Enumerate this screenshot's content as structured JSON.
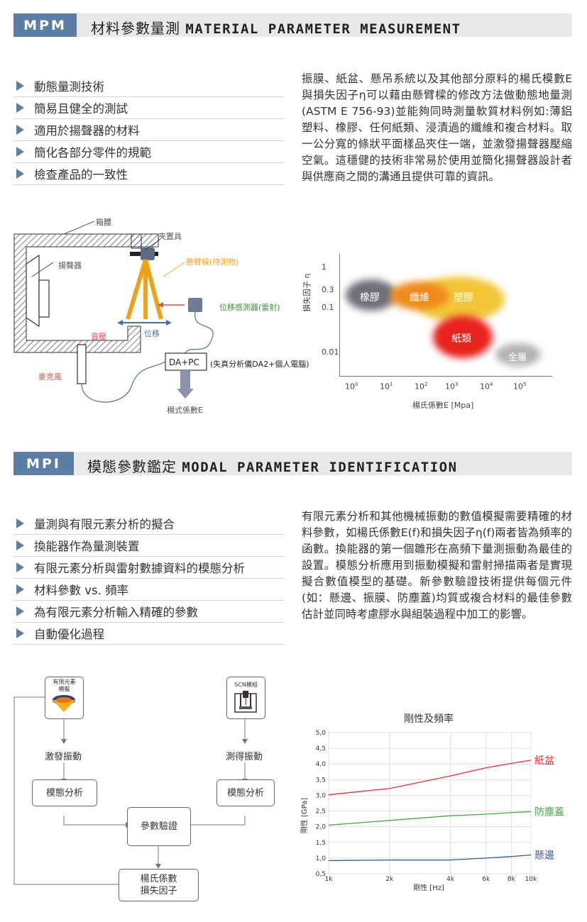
{
  "mpm": {
    "tag": "MPM",
    "title_cn": "材料參數量測",
    "title_en": "MATERIAL PARAMETER MEASUREMENT",
    "bullets": [
      "動態量測技術",
      "簡易且健全的測試",
      "適用於揚聲器的材料",
      "簡化各部分零件的規範",
      "檢查產品的一致性"
    ],
    "paragraph": "振膜、紙盆、懸吊系統以及其他部分原料的楊氏模數E與損失因子η可以藉由懸臂樑的修改方法做動態地量測(ASTM E 756-93)並能夠同時測量軟質材料例如:薄鋁塑料、橡膠、任何紙類、浸漬過的纖維和複合材料。取一公分寬的條狀平面樣品夾住一端，並激發揚聲器壓縮空氣。這穩健的技術非常易於使用並簡化揚聲器設計者與供應商之間的溝通且提供可靠的資訊。",
    "diagram": {
      "enclosure": "箱體",
      "clamp": "夾置具",
      "speaker": "揚聲器",
      "sample": "懸臂樑(待測物)",
      "sensor": "位移感測器(雷射)",
      "sound_pressure": "音壓",
      "displacement": "位移",
      "microphone": "麥克風",
      "dapc": "DA+PC",
      "analyzer": "(失真分析儀DA2+個人電腦)",
      "youngs": "楊式係數E"
    },
    "bubble_chart": {
      "ylabel": "損失因子 η",
      "xlabel": "楊氏係數E [Mpa]",
      "yticks": [
        "1",
        "0.3",
        "0.1",
        "0.01"
      ],
      "xticks": [
        "10",
        "10",
        "10",
        "10",
        "10",
        "10"
      ],
      "xtick_exps": [
        "0",
        "1",
        "2",
        "3",
        "4",
        "5"
      ],
      "bubbles": [
        {
          "label": "橡膠",
          "color": "#6f6f78"
        },
        {
          "label": "纖維",
          "color": "#f08a1c"
        },
        {
          "label": "塑膠",
          "color": "#f0c020"
        },
        {
          "label": "紙類",
          "color": "#e8241c"
        },
        {
          "label": "金屬",
          "color": "#b3b3b3"
        }
      ]
    }
  },
  "mpi": {
    "tag": "MPI",
    "title_cn": "模態參數鑑定",
    "title_en": "MODAL PARAMETER IDENTIFICATION",
    "bullets": [
      "量測與有限元素分析的擬合",
      "換能器作為量測裝置",
      "有限元素分析與雷射數據資料的模態分析",
      "材料參數 vs. 頻率",
      "為有限元素分析輸入精確的參數",
      "自動優化過程"
    ],
    "paragraph": "有限元素分析和其他機械振動的數值模擬需要精確的材料參數，如楊氏係數E(f)和損失因子η(f)兩者皆為頻率的函數。換能器的第一個雛形在高頻下量測振動為最佳的設置。模態分析應用到振動模擬和雷射掃描兩者是實現擬合數值模型的基礎。新參數驗證技術提供每個元件(如：懸邊、振膜、防塵蓋)均質或複合材料的最佳參數估計並同時考慮膠水與組裝過程中加工的影響。",
    "flow": {
      "fea_model": "有限元素\n模擬",
      "scn_model": "SCN模組",
      "excite": "激發振動",
      "measure": "測得振動",
      "modal_left": "模態分析",
      "modal_right": "模態分析",
      "verify": "參數驗證",
      "result_1": "楊氏係數",
      "result_2": "損失因子"
    }
  },
  "chart_data": {
    "type": "line",
    "title": "剛性及頻率",
    "xlabel": "剛性 [Hz]",
    "ylabel": "剛性 [GPa]",
    "x_scale": "log",
    "x_ticks": [
      "1k",
      "2k",
      "4k",
      "6k",
      "8k",
      "10k"
    ],
    "x": [
      1000,
      2000,
      4000,
      6000,
      8000,
      10000
    ],
    "ylim": [
      0.5,
      5.0
    ],
    "y_ticks": [
      "0,5",
      "1,0",
      "1,5",
      "2,0",
      "2,5",
      "3,0",
      "3,5",
      "4,0",
      "4,5",
      "5,0"
    ],
    "grid": true,
    "series": [
      {
        "name": "紙盆",
        "color": "#e8322c",
        "values": [
          3.02,
          3.22,
          3.62,
          3.88,
          4.02,
          4.12
        ]
      },
      {
        "name": "防塵蓋",
        "color": "#4aa64a",
        "values": [
          2.05,
          2.2,
          2.35,
          2.4,
          2.45,
          2.48
        ]
      },
      {
        "name": "懸邊",
        "color": "#3a5a9a",
        "values": [
          0.92,
          0.94,
          0.94,
          1.0,
          1.05,
          1.1
        ]
      }
    ]
  }
}
